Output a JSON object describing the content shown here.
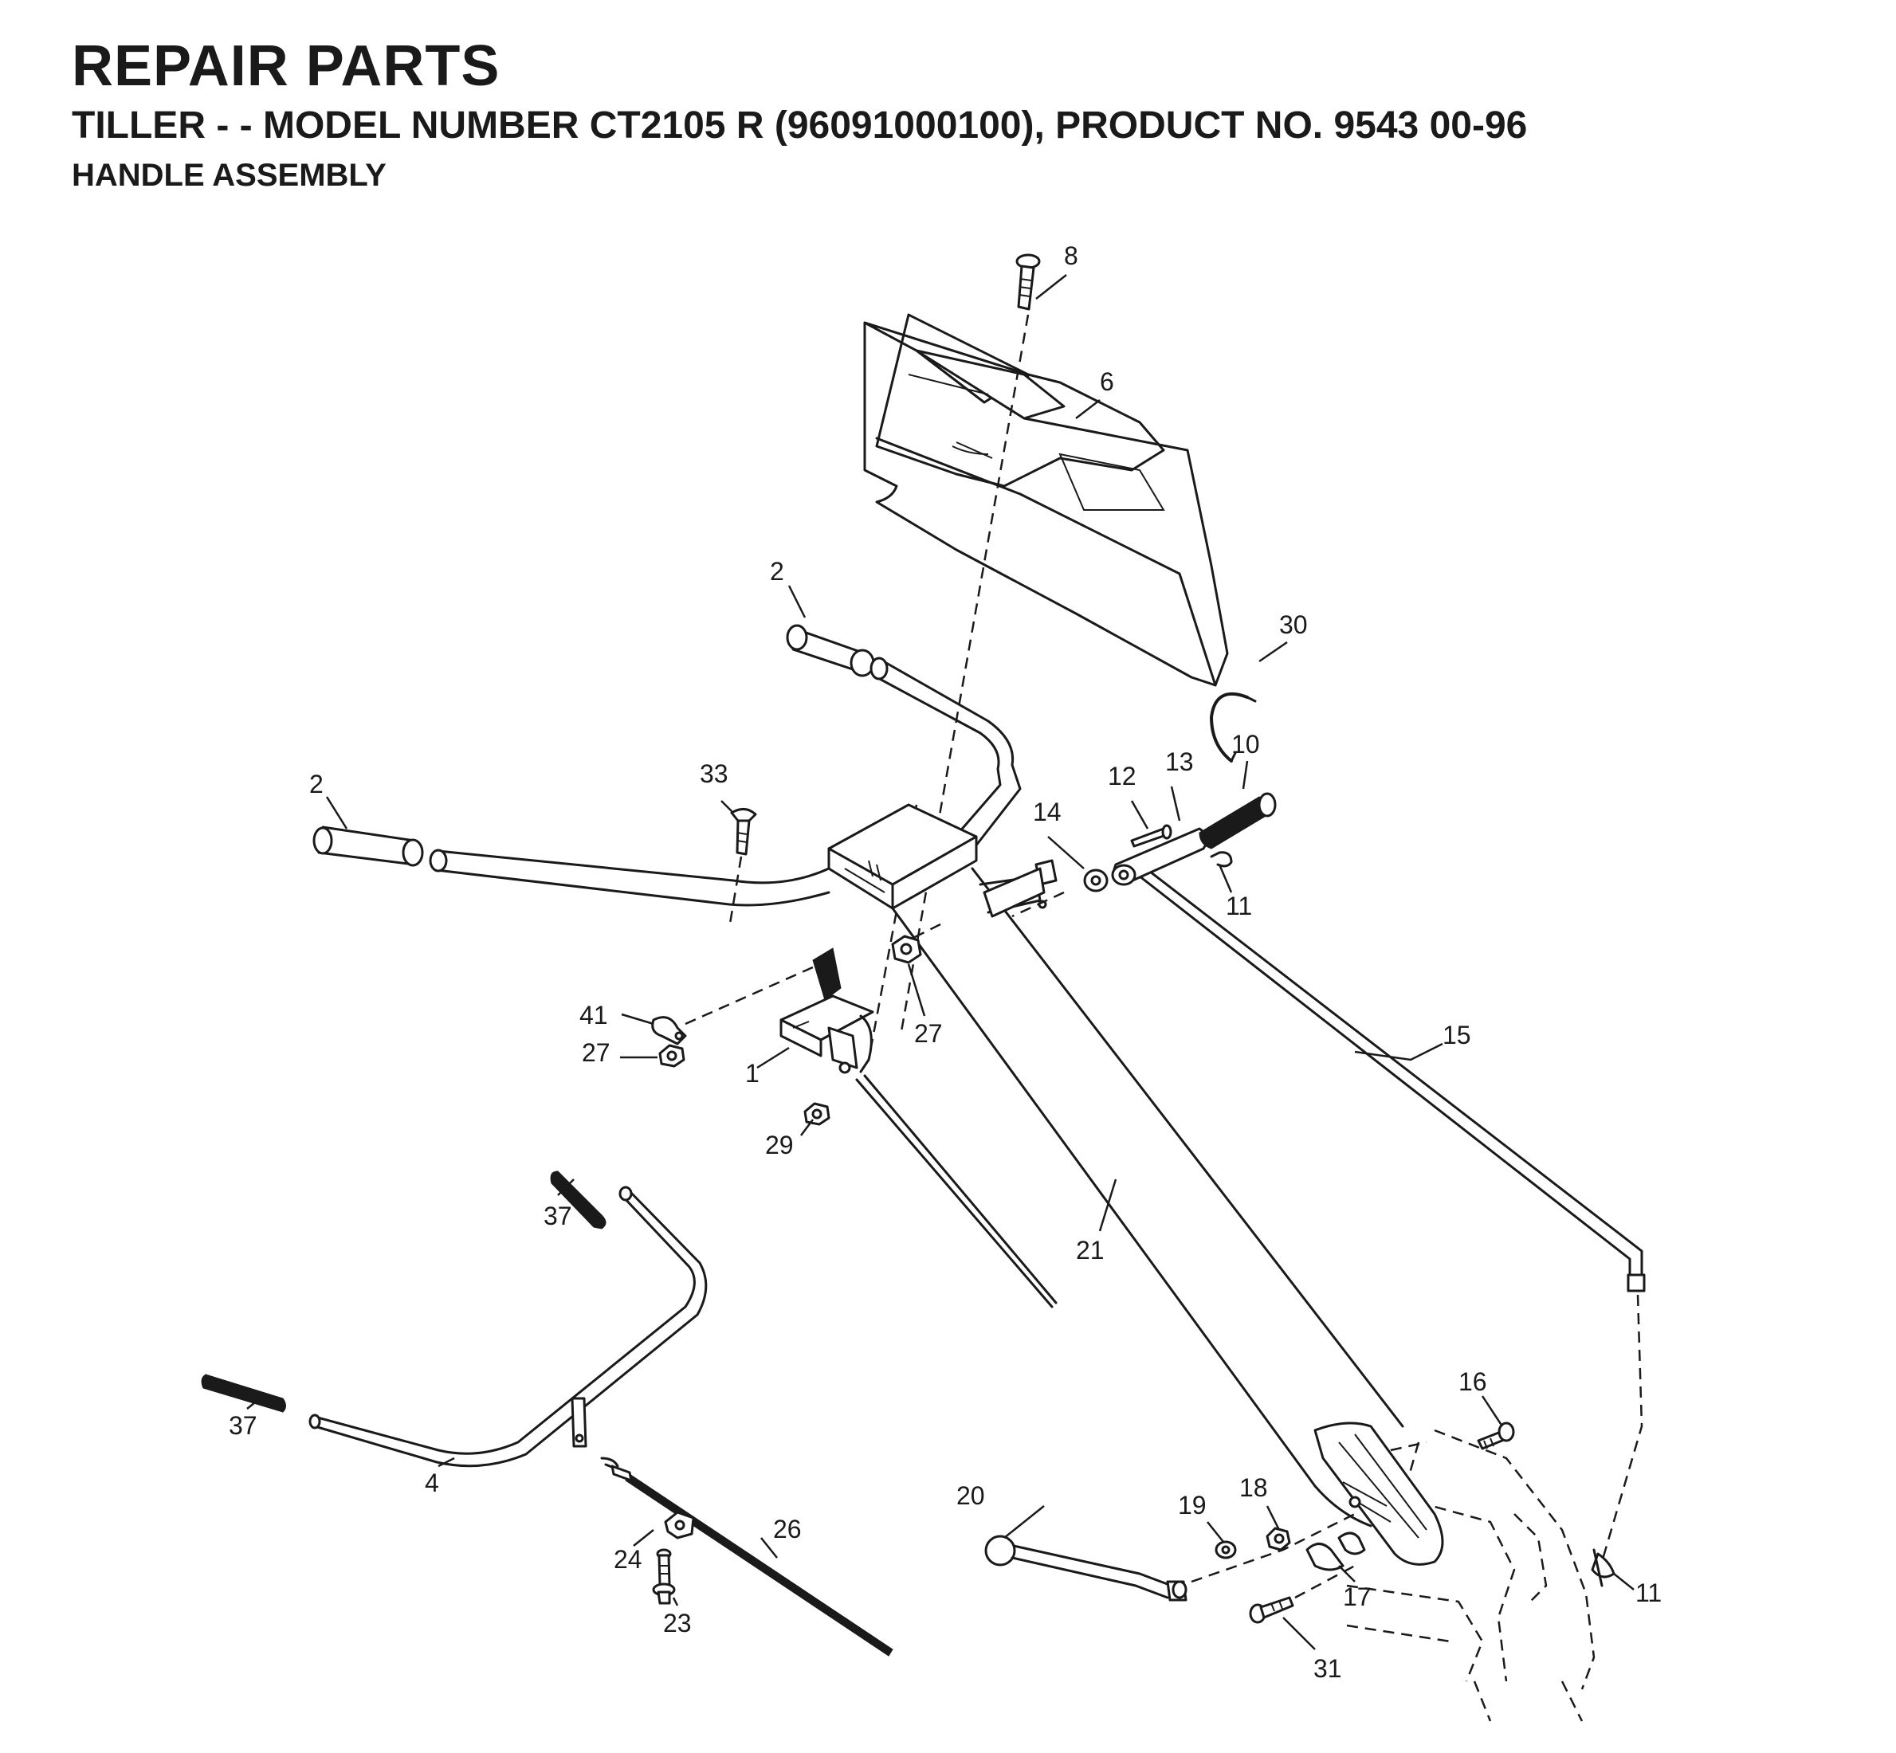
{
  "header": {
    "title": "REPAIR PARTS",
    "subtitle": "TILLER - - MODEL NUMBER CT2105 R (96091000100), PRODUCT NO. 9543 00-96",
    "section": "HANDLE ASSEMBLY"
  },
  "diagram": {
    "callouts": {
      "c1": "1",
      "c2a": "2",
      "c2b": "2",
      "c4": "4",
      "c6": "6",
      "c8": "8",
      "c10": "10",
      "c11a": "11",
      "c11b": "11",
      "c12": "12",
      "c13": "13",
      "c14": "14",
      "c15": "15",
      "c16": "16",
      "c17": "17",
      "c18": "18",
      "c19": "19",
      "c20": "20",
      "c21": "21",
      "c23": "23",
      "c24": "24",
      "c26": "26",
      "c27a": "27",
      "c27b": "27",
      "c29": "29",
      "c30": "30",
      "c31": "31",
      "c33": "33",
      "c37a": "37",
      "c37b": "37",
      "c41": "41"
    }
  }
}
